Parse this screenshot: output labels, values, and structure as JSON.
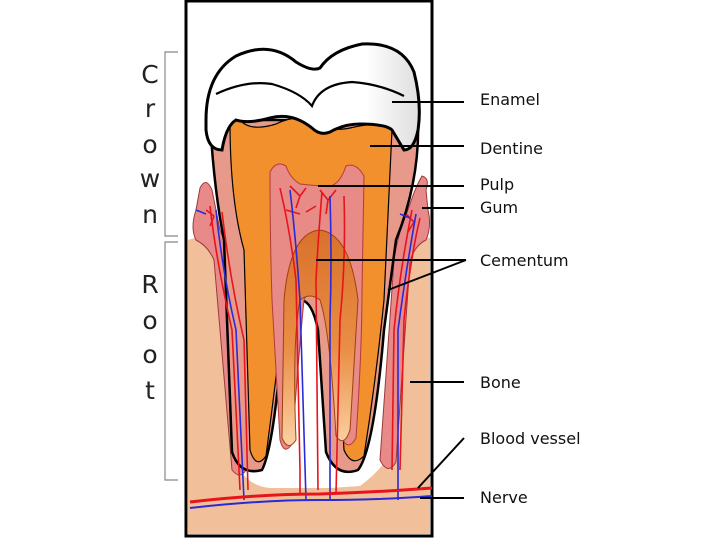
{
  "diagram": {
    "side_labels": {
      "crown": [
        "C",
        "r",
        "o",
        "w",
        "n"
      ],
      "root": [
        "R",
        "o",
        "o",
        "t"
      ]
    },
    "labels": {
      "enamel": "Enamel",
      "dentine": "Dentine",
      "pulp": "Pulp",
      "gum": "Gum",
      "cementum": "Cementum",
      "bone": "Bone",
      "blood_vessel": "Blood vessel",
      "nerve": "Nerve"
    },
    "colors": {
      "enamel": "#ffffff",
      "dentine": "#f2902e",
      "pulp": "#e88a86",
      "gum": "#e98a8a",
      "bone": "#f1c09a",
      "blood_vessel": "#e8141c",
      "nerve": "#2a2ad8",
      "outline": "#000000"
    }
  }
}
